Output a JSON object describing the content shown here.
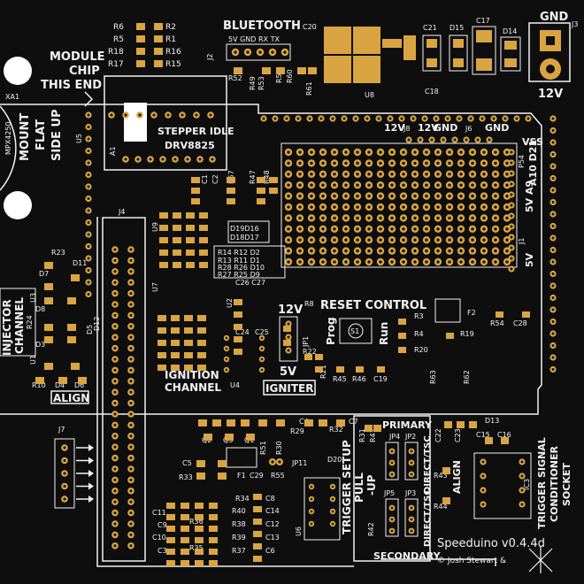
{
  "pcb": {
    "colors": {
      "board": "#0e0e0e",
      "silk": "#f2f2f2",
      "copper": "#d9a441",
      "mask": "#151515"
    },
    "headings": {
      "module_1": "MODULE",
      "module_2": "CHIP",
      "module_3": "THIS END",
      "bluetooth": "BLUETOOTH",
      "bt_pins": "5V GND RX TX",
      "stepper_1": "STEPPER IDLE",
      "stepper_2": "DRV8825",
      "reset": "RESET CONTROL",
      "prog": "Prog",
      "run": "Run",
      "ign_1": "IGNITION",
      "ign_2": "CHANNEL",
      "igniter": "IGNITER",
      "v12": "12V",
      "v5": "5V",
      "inj_1": "INJECTOR",
      "inj_2": "CHANNEL",
      "align": "ALIGN",
      "align2": "ALIGN",
      "gnd": "GND",
      "v12b": "12V",
      "mount_1": "MOUNT",
      "mount_2": "FLAT",
      "mount_3": "SIDE UP",
      "mpx": "MPX4250",
      "xa1": "XA1",
      "trig_setup": "TRIGGER SETUP",
      "pull_up": "PULL",
      "pull_up2": "-UP",
      "primary": "PRIMARY",
      "secondary": "SECONDARY",
      "direct1": "DIRECT/TSC",
      "direct2": "DIRECT/TSC",
      "trig_1": "TRIGGER SIGNAL",
      "trig_2": "CONDITIONER",
      "trig_3": "SOCKET",
      "brand": "Speeduino v0.4.4d",
      "author": "© Josh Stewart &",
      "vss": "VSS",
      "top_12v_1": "12V",
      "top_12v_2": "12V",
      "top_gnd_1": "GND",
      "top_gnd_2": "GND",
      "v5_a9": "5V A9",
      "v5_side": "5V",
      "v5_side2": "5V",
      "p54": "P54",
      "a10d21": "A10 D21"
    },
    "refs": {
      "r6": "R6",
      "r2": "R2",
      "r5": "R5",
      "r1": "R1",
      "r18": "R18",
      "r16": "R16",
      "r17": "R17",
      "r15": "R15",
      "c20": "C20",
      "j2": "J2",
      "r52": "R52",
      "r49": "R49",
      "r50": "R50",
      "r60": "R60",
      "r53": "R53",
      "r61": "R61",
      "u8": "U8",
      "c21": "C21",
      "d15": "D15",
      "c17": "C17",
      "d14": "D14",
      "c18": "C18",
      "j3": "J3",
      "u5": "U5",
      "a1": "A1",
      "c1": "C1",
      "c2": "C2",
      "r57": "R57",
      "r47": "R47",
      "r48": "R48",
      "j4": "J4",
      "j8": "J8",
      "j6": "J6",
      "j1": "J1",
      "d19d16": "D19D16",
      "d18d17": "D18D17",
      "rl1": "R14 R12 D2",
      "rl2": "R13 R11 D1",
      "rl3": "R28 R26 D10",
      "rl4": "R27 R25 D9",
      "c26c27": "C26 C27",
      "u9": "U9",
      "u7": "U7",
      "u2": "U2",
      "u4": "U4",
      "c24": "C24",
      "c25": "C25",
      "jp1": "JP1",
      "r8": "R8",
      "r22": "R22",
      "r21": "R21",
      "r45": "R45",
      "r46": "R46",
      "c19": "C19",
      "s1": "S1",
      "r3": "R3",
      "r4": "R4",
      "r20": "R20",
      "r19": "R19",
      "f2": "F2",
      "r54": "R54",
      "c28": "C28",
      "r63": "R63",
      "r62": "R62",
      "r23": "R23",
      "d7": "D7",
      "d11": "D11",
      "d8": "D8",
      "d12": "D12",
      "d3": "D3",
      "d5": "D5",
      "u1": "U1",
      "u3": "U3",
      "r10": "R10",
      "d4": "D4",
      "d6": "D6",
      "r24": "R24",
      "j7": "J7",
      "c4": "C4",
      "r29": "R29",
      "r32": "R32",
      "c7": "C7",
      "q2": "Q2",
      "q3": "Q3",
      "q1": "Q1",
      "r51": "R51",
      "r30": "R30",
      "f1": "F1",
      "c29": "C29",
      "r55": "R55",
      "jp11": "JP11",
      "c5": "C5",
      "r33": "R33",
      "d20": "D20",
      "r34": "R34",
      "c8": "C8",
      "r40": "R40",
      "c14": "C14",
      "r38": "R38",
      "c12": "C12",
      "r39": "R39",
      "c13": "C13",
      "r37": "R37",
      "c6": "C6",
      "r35": "R35",
      "r36": "R36",
      "c11": "C11",
      "c9": "C9",
      "c10": "C10",
      "c3": "C3",
      "u6": "U6",
      "r31": "R31",
      "r41": "R41",
      "jp4": "JP4",
      "jp2": "JP2",
      "jp5": "JP5",
      "jp3": "JP3",
      "r42": "R42",
      "r43": "R43",
      "r44": "R44",
      "d13": "D13",
      "c22": "C22",
      "c23": "C23",
      "c15": "C15",
      "c16": "C16",
      "ic3": "IC3"
    }
  }
}
